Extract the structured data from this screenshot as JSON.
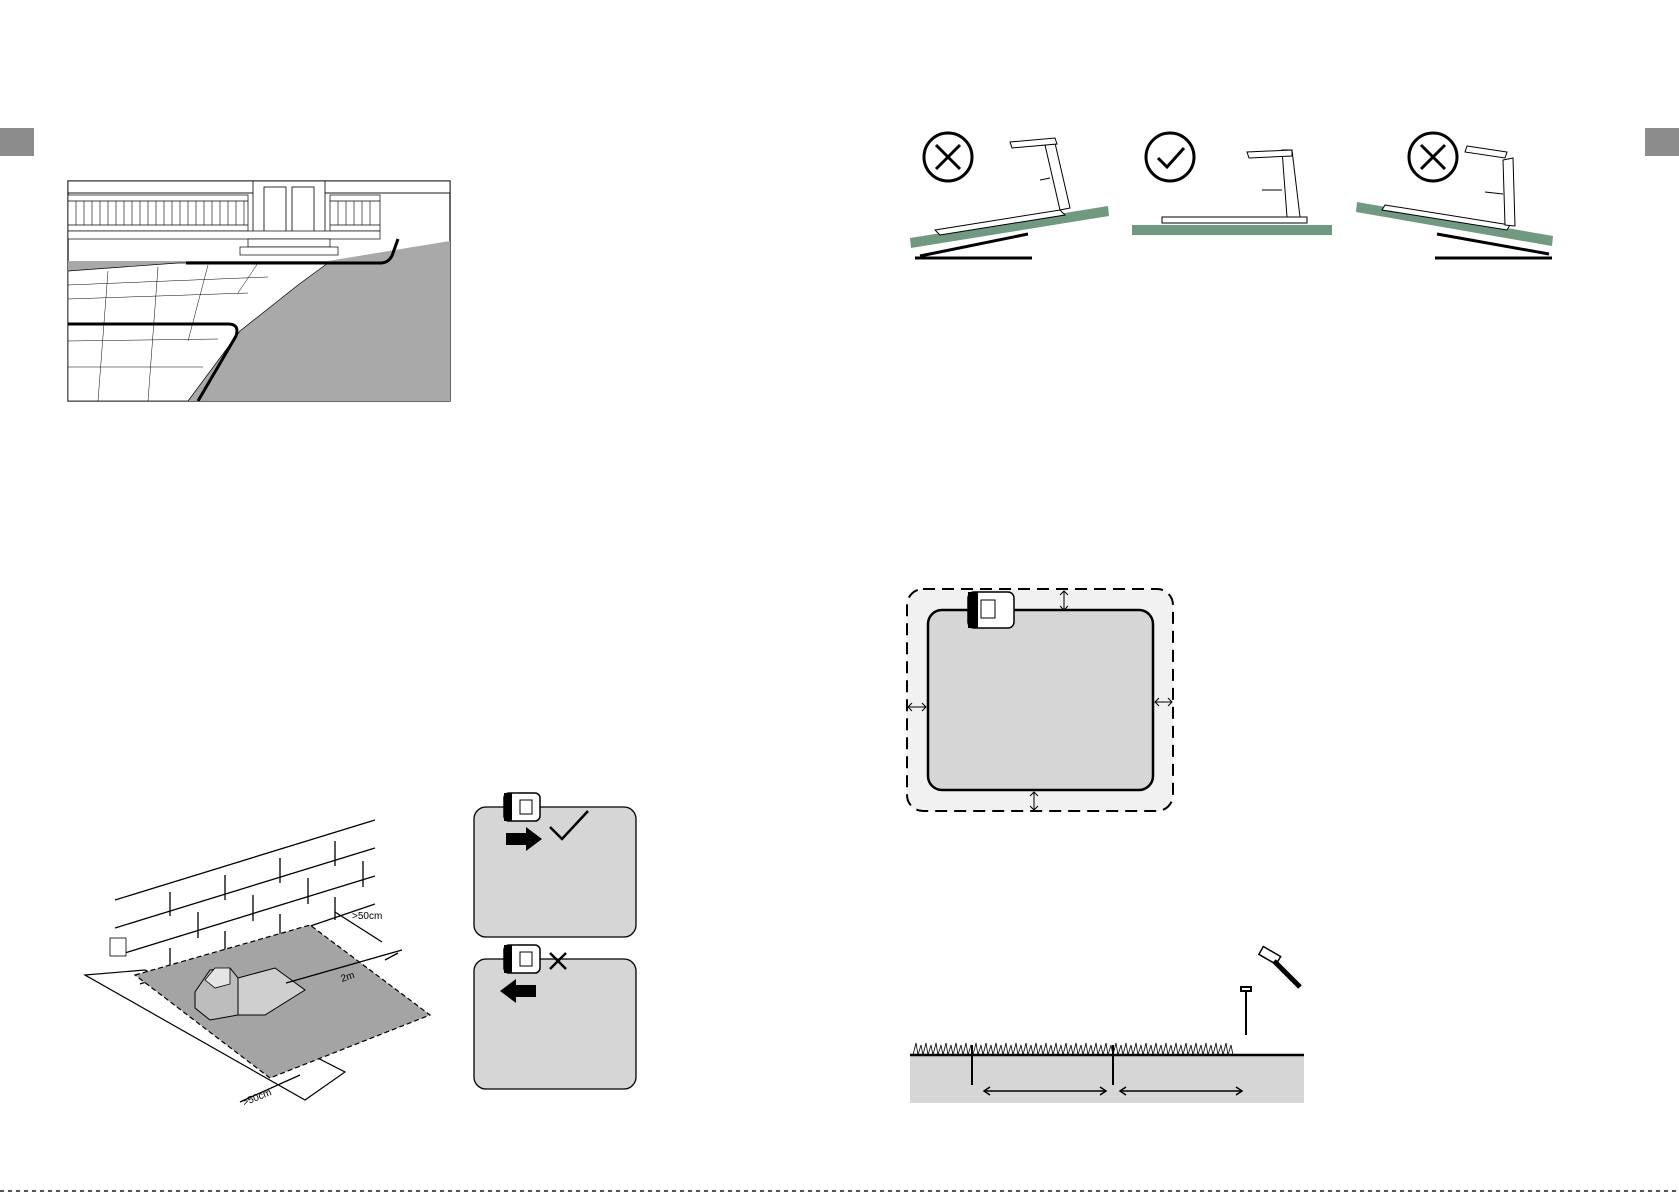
{
  "colors": {
    "page_tab": "#8c8c8c",
    "slope_bar": "#6f9a80",
    "lawn_fill": "#d6d6d6",
    "paving_dark": "#a9a9a9",
    "station_zone": "#a4a4a4"
  },
  "icons": {
    "wrong": "circle-cross-icon",
    "right": "circle-check-icon",
    "check_mark": "check-icon",
    "cross_mark": "cross-icon",
    "arrow": "arrow-icon",
    "hammer": "hammer-icon",
    "peg": "peg-icon"
  },
  "charging_station_figure": {
    "wall_distance_label": ">50cm",
    "front_distance_label": "2m",
    "side_distance_label": ">50cm"
  }
}
